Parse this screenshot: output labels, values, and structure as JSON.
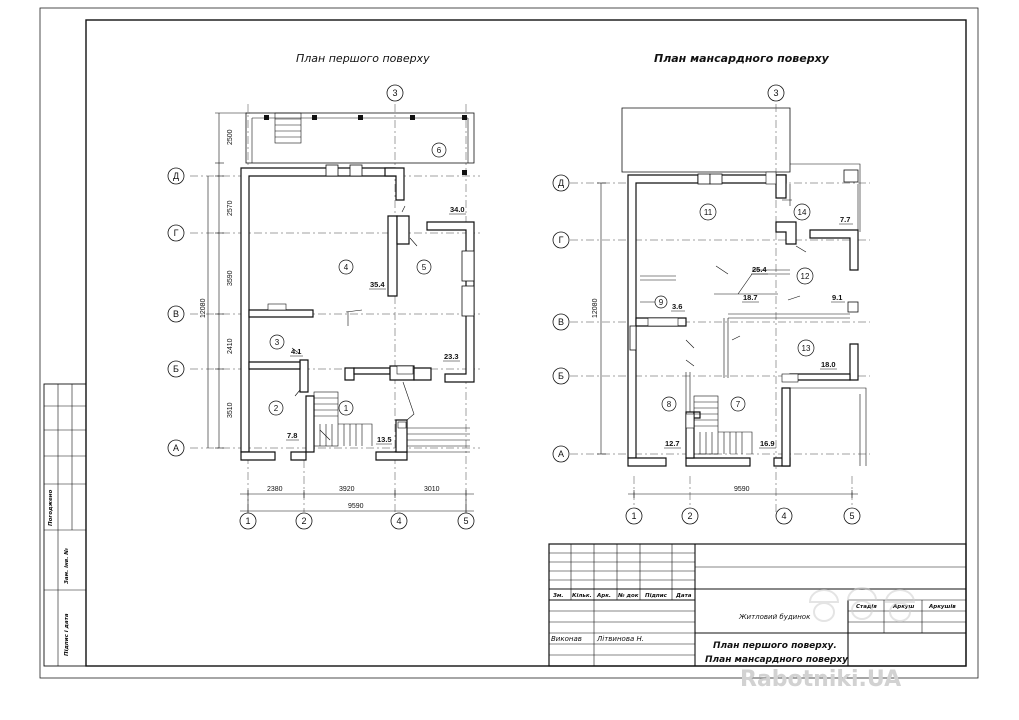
{
  "plans": {
    "first_floor": {
      "title": "План першого поверху",
      "rooms": [
        "1",
        "2",
        "3",
        "4",
        "5",
        "6"
      ],
      "areas": {
        "r1": "13.5",
        "r2": "7.8",
        "r3": "4.1",
        "r4": "35.4",
        "r5": "23.3",
        "r6": "34.0"
      },
      "dims_bottom": [
        "2380",
        "3920",
        "3010",
        "9590"
      ],
      "dims_left": [
        "2500",
        "2570",
        "3590",
        "2410",
        "3510",
        "12080"
      ]
    },
    "attic_floor": {
      "title": "План мансардного  поверху",
      "rooms": [
        "7",
        "8",
        "9",
        "11",
        "12",
        "13",
        "14"
      ],
      "areas": {
        "r7": "16.9",
        "r8": "12.7",
        "r9": "3.6",
        "r11": "25.4",
        "r12": "9.1",
        "r12b": "18.7",
        "r13": "18.0",
        "r14": "7.7"
      },
      "dims_bottom": [
        "9590"
      ],
      "dims_left": [
        "12080"
      ]
    }
  },
  "axes": {
    "rows": [
      "Д",
      "Г",
      "В",
      "Б",
      "А"
    ],
    "cols": [
      "1",
      "2",
      "4",
      "5"
    ],
    "top_col": "3"
  },
  "side_stamp": [
    "Погоджено",
    "Зам. інв. №",
    "Підпис і дата"
  ],
  "title_block": {
    "headers": [
      "Зм.",
      "Кільк.",
      "Арк.",
      "№ док",
      "Підпис",
      "Дата"
    ],
    "performed_label": "Виконав",
    "performer": "Літвинова Н.",
    "project": "Житловий будинок",
    "stage_headers": [
      "Стадія",
      "Аркуш",
      "Аркушів"
    ],
    "drawing_title_1": "План першого поверху.",
    "drawing_title_2": "План мансардного поверху"
  },
  "watermark": "Rabotniki.UA"
}
